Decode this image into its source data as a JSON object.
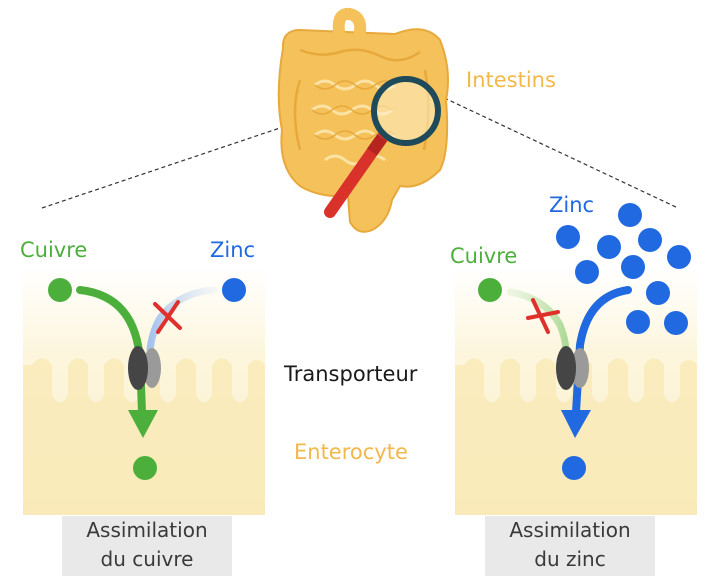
{
  "labels": {
    "intestins": "Intestins",
    "transporteur": "Transporteur",
    "enterocyte": "Enterocyte",
    "left_cuivre": "Cuivre",
    "left_zinc": "Zinc",
    "right_cuivre": "Cuivre",
    "right_zinc": "Zinc"
  },
  "captions": {
    "left": {
      "line1": "Assimilation",
      "line2": "du cuivre"
    },
    "right": {
      "line1": "Assimilation",
      "line2": "du zinc"
    }
  },
  "colors": {
    "copper": "#4caf3c",
    "zinc": "#2169e0",
    "blocked": "#e0302c",
    "label_orange": "#f2b84a",
    "transporter": "#454545",
    "enterocyte_fill": "#fbf0c9"
  }
}
